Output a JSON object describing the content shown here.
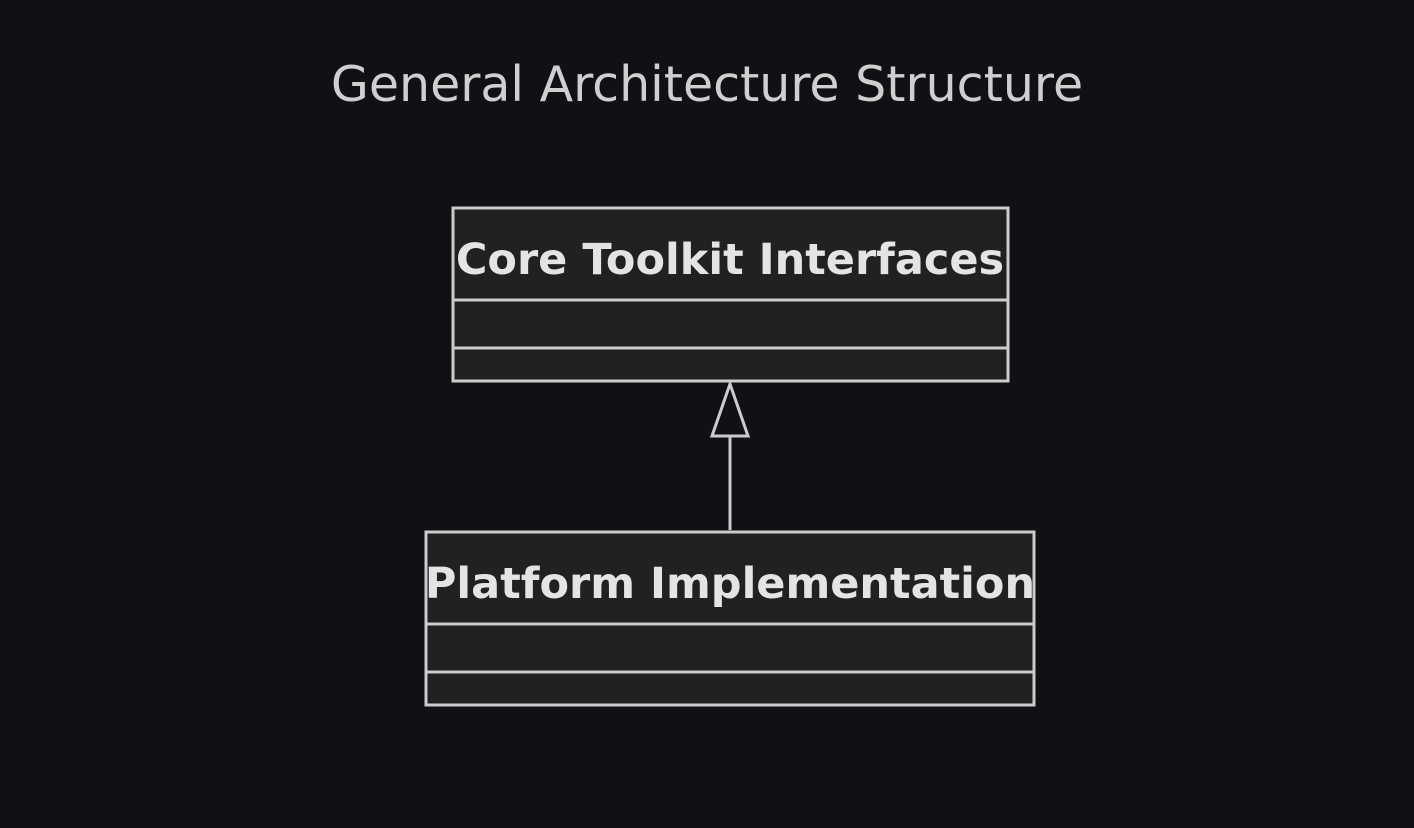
{
  "title": "General Architecture Structure",
  "classes": {
    "core": {
      "name": "Core Toolkit Interfaces"
    },
    "platform": {
      "name": "Platform Implementation"
    }
  },
  "relationships": [
    {
      "from": "platform",
      "to": "core",
      "type": "inheritance"
    }
  ],
  "colors": {
    "background": "#0f1115",
    "box_fill": "#202121",
    "box_stroke": "#cccccc",
    "text": "#e4e4e4",
    "title_text": "#cfcfcf"
  }
}
